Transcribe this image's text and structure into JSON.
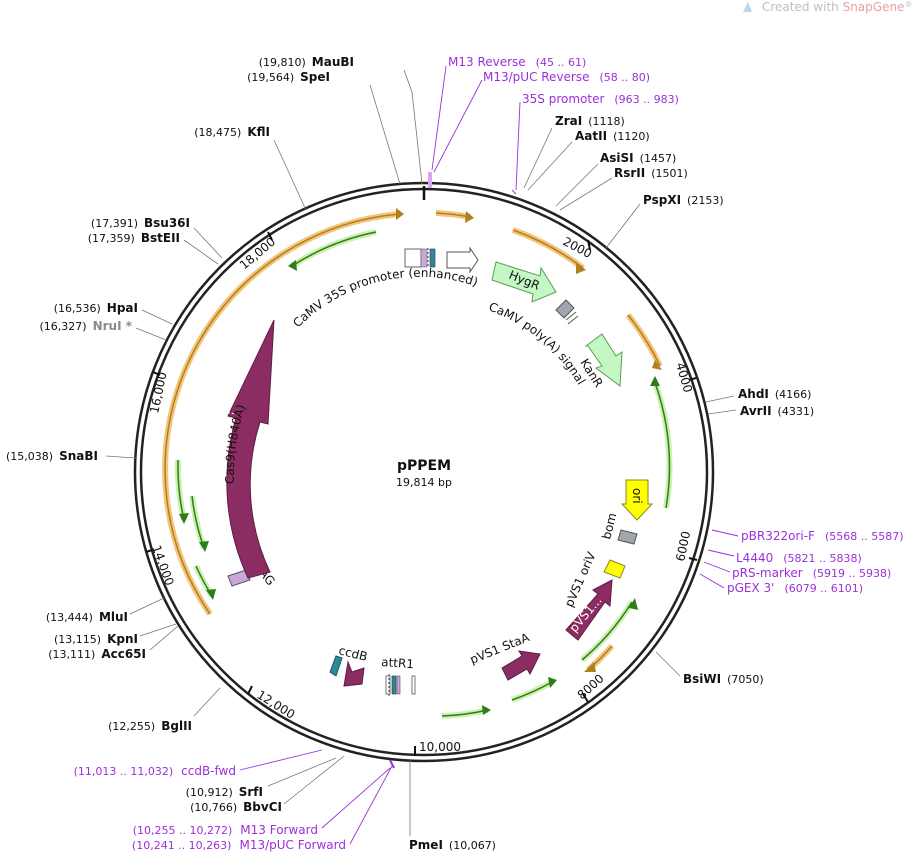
{
  "watermark": {
    "prefix": "Created with ",
    "brand": "SnapGene",
    "suffix": "®"
  },
  "plasmid": {
    "name": "pPPEM",
    "size_label": "19,814 bp"
  },
  "ticks": [
    "2000",
    "4000",
    "6000",
    "8000",
    "10,000",
    "12,000",
    "14,000",
    "16,000",
    "18,000"
  ],
  "sites": [
    {
      "name": "MauBI",
      "pos": "(19,810)",
      "gray": false
    },
    {
      "name": "SpeI",
      "pos": "(19,564)",
      "gray": false
    },
    {
      "name": "ZraI",
      "pos": "(1118)",
      "gray": false
    },
    {
      "name": "AatII",
      "pos": "(1120)",
      "gray": false
    },
    {
      "name": "AsiSI",
      "pos": "(1457)",
      "gray": false
    },
    {
      "name": "RsrII",
      "pos": "(1501)",
      "gray": false
    },
    {
      "name": "PspXI",
      "pos": "(2153)",
      "gray": false
    },
    {
      "name": "KflI",
      "pos": "(18,475)",
      "gray": false
    },
    {
      "name": "Bsu36I",
      "pos": "(17,391)",
      "gray": false
    },
    {
      "name": "BstEII",
      "pos": "(17,359)",
      "gray": false
    },
    {
      "name": "HpaI",
      "pos": "(16,536)",
      "gray": false
    },
    {
      "name": "NruI *",
      "pos": "(16,327)",
      "gray": true
    },
    {
      "name": "SnaBI",
      "pos": "(15,038)",
      "gray": false
    },
    {
      "name": "AhdI",
      "pos": "(4166)",
      "gray": false
    },
    {
      "name": "AvrII",
      "pos": "(4331)",
      "gray": false
    },
    {
      "name": "BsiWI",
      "pos": "(7050)",
      "gray": false
    },
    {
      "name": "MluI",
      "pos": "(13,444)",
      "gray": false
    },
    {
      "name": "KpnI",
      "pos": "(13,115)",
      "gray": false
    },
    {
      "name": "Acc65I",
      "pos": "(13,111)",
      "gray": false
    },
    {
      "name": "BglII",
      "pos": "(12,255)",
      "gray": false
    },
    {
      "name": "SrfI",
      "pos": "(10,912)",
      "gray": false
    },
    {
      "name": "BbvCI",
      "pos": "(10,766)",
      "gray": false
    },
    {
      "name": "PmeI",
      "pos": "(10,067)",
      "gray": false
    }
  ],
  "primers": [
    {
      "name": "M13 Reverse",
      "pos": "(45 .. 61)"
    },
    {
      "name": "M13/pUC Reverse",
      "pos": "(58 .. 80)"
    },
    {
      "name": "35S promoter",
      "pos": "(963 .. 983)"
    },
    {
      "name": "pBR322ori-F",
      "pos": "(5568 .. 5587)"
    },
    {
      "name": "L4440",
      "pos": "(5821 .. 5838)"
    },
    {
      "name": "pRS-marker",
      "pos": "(5919 .. 5938)"
    },
    {
      "name": "pGEX 3'",
      "pos": "(6079 .. 6101)"
    },
    {
      "name": "ccdB-fwd",
      "pos": "(11,013 .. 11,032)"
    },
    {
      "name": "M13 Forward",
      "pos": "(10,255 .. 10,272)"
    },
    {
      "name": "M13/pUC Forward",
      "pos": "(10,241 .. 10,263)"
    }
  ],
  "features": {
    "camv35s": "CaMV 35S promoter (enhanced)",
    "hygr": "HygR",
    "camv_polya": "CaMV poly(A) signal",
    "kanr": "KanR",
    "ori": "ori",
    "bom": "bom",
    "pvs1_oriv": "pVS1 oriV",
    "pvs1_rep": "pVS1...",
    "pvs1_staa": "pVS1 StaA",
    "attr1": "attR1",
    "ccdb": "ccdB",
    "flag": "3xFLAG",
    "cas9": "Cas9(H840A)"
  },
  "colors": {
    "backbone": "#222222",
    "cds_maroon": "#8b2d62",
    "marker_green": "#c4f7c4",
    "ori_yellow": "#ffff00",
    "primer_purple": "#9b30d9",
    "orf_orange": "#f4c47a",
    "orf_green": "#ccf0b0"
  }
}
